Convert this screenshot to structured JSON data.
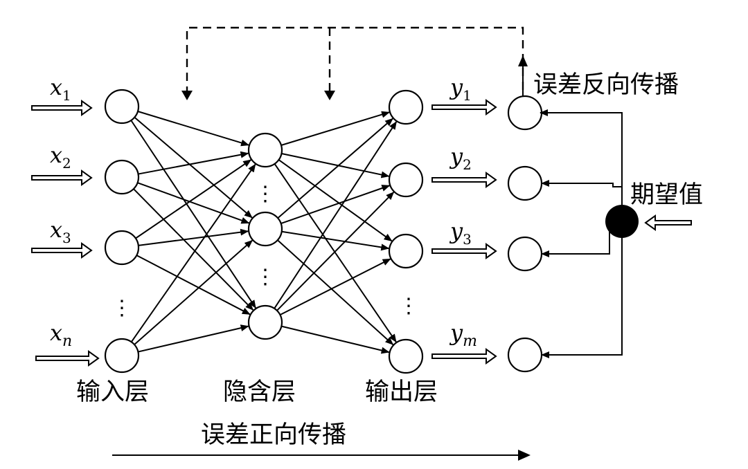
{
  "inputs": [
    {
      "base": "x",
      "sub": "1"
    },
    {
      "base": "x",
      "sub": "2"
    },
    {
      "base": "x",
      "sub": "3"
    },
    {
      "base": "x",
      "sub": "n"
    }
  ],
  "outputs": [
    {
      "base": "y",
      "sub": "1"
    },
    {
      "base": "y",
      "sub": "2"
    },
    {
      "base": "y",
      "sub": "3"
    },
    {
      "base": "y",
      "sub": "m"
    }
  ],
  "layers": {
    "input": "输入层",
    "hidden": "隐含层",
    "output": "输出层"
  },
  "labels": {
    "backprop": "误差反向传播",
    "forward": "误差正向传播",
    "expected": "期望值"
  },
  "ellipsis": "⋮"
}
